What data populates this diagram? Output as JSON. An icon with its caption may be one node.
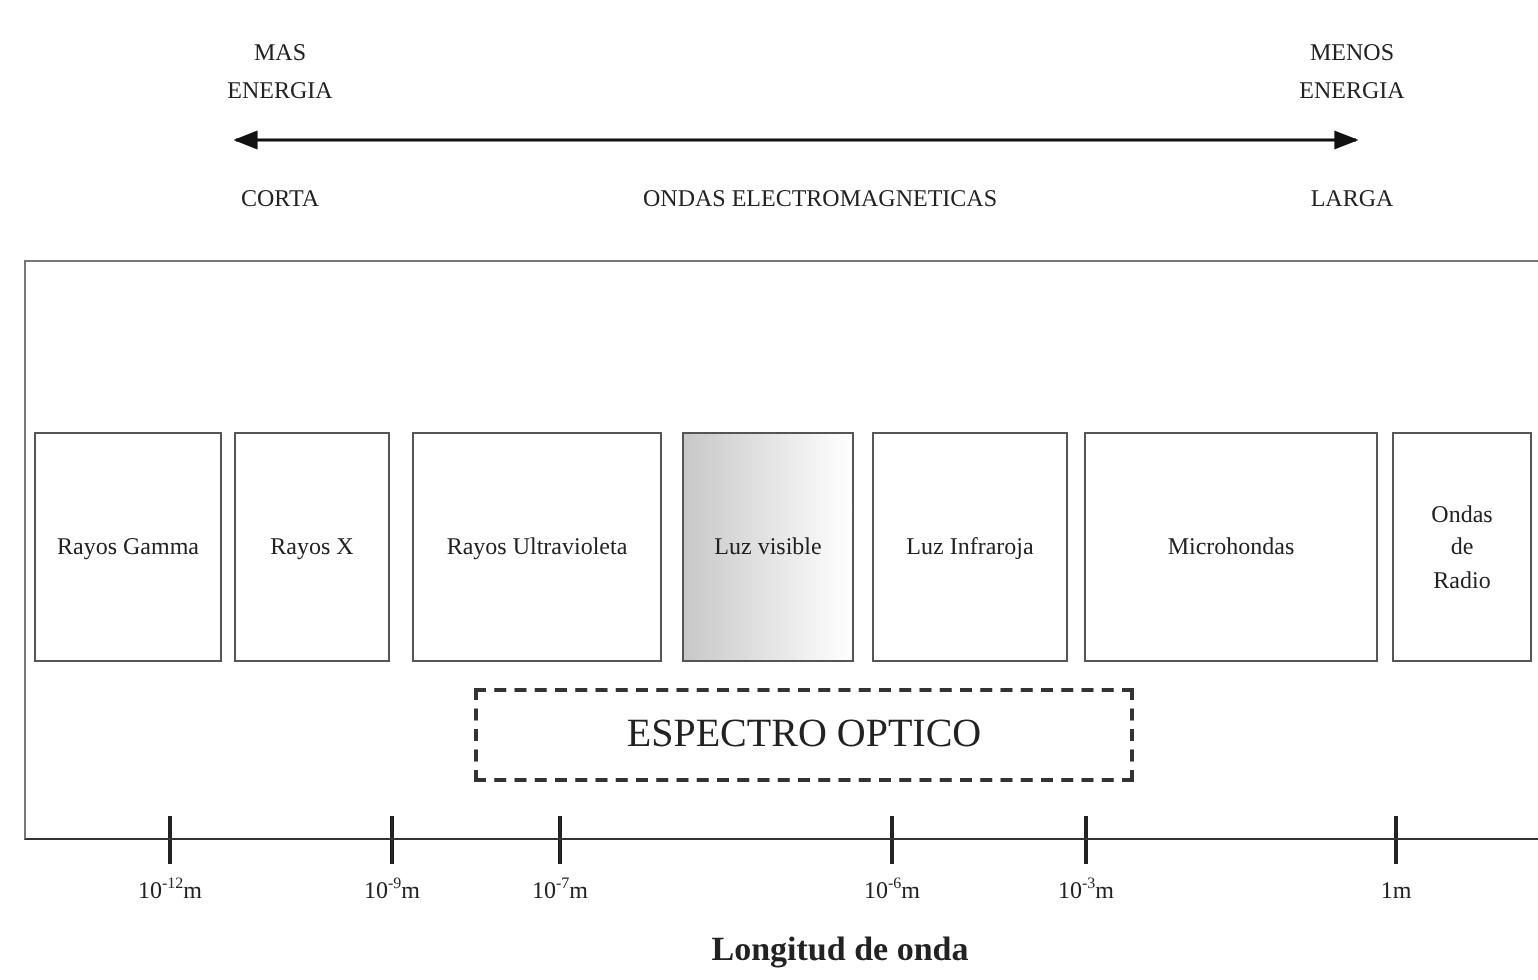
{
  "diagram": {
    "nodes": [
      {
        "text": [],
        "shape": "box"
      },
      {
        "text": [
          "Rayos Gamma"
        ],
        "in": 0
      },
      {
        "text": [
          "Rayos X"
        ],
        "in": 0
      },
      {
        "text": [
          "Rayos Ultravioleta"
        ],
        "in": 0
      },
      {
        "text": [
          "Luz visible"
        ],
        "in": 0
      },
      {
        "text": [
          "Luz Infraroja"
        ],
        "in": 0
      },
      {
        "text": [
          "Microhondas"
        ],
        "in": 0
      },
      {
        "text": [
          "Ondas de Radio"
        ],
        "in": 0
      },
      {
        "text": [
          "ESPECTRO OPTICO"
        ],
        "in": 0
      }
    ],
    "edges": [],
    "labels": [
      "MAS ENERGIA",
      "MENOS ENERGIA",
      "CORTA",
      "ONDAS ELECTROMAGNETICAS",
      "LARGA",
      "10$^{-12}$m",
      "10$^{-9}$m",
      "10$^{-7}$m",
      "10$^{-6}$m",
      "10$^{-3}$m",
      "1m",
      "Longitud de onda"
    ]
  }
}
